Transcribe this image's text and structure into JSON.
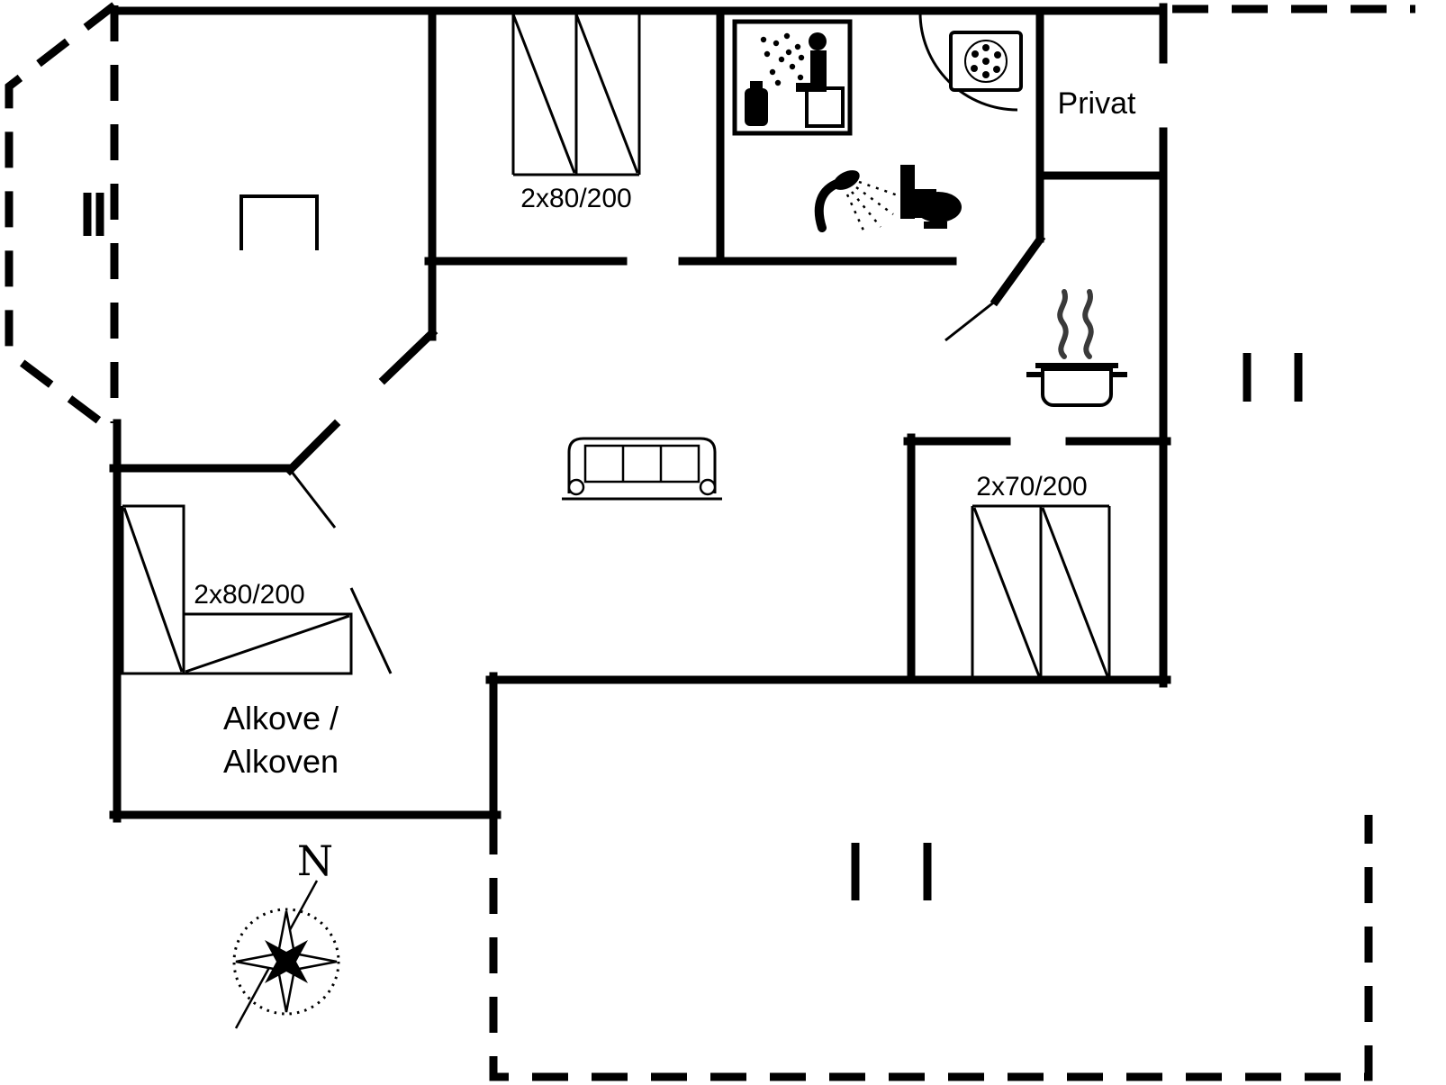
{
  "plan": {
    "type": "floor-plan",
    "colors": {
      "line": "#000000",
      "background": "#ffffff",
      "steam": "#3a3a3a"
    }
  },
  "labels": {
    "top_bedroom_bed": "2x80/200",
    "privat_room": "Privat",
    "right_bedroom_bed": "2x70/200",
    "alkove_bed": "2x80/200",
    "alkove_name_line1": "Alkove /",
    "alkove_name_line2": "Alkoven",
    "compass_north": "N"
  },
  "icons": {
    "sauna": "sauna-pictogram",
    "washing_machine": "washing-machine-icon",
    "shower": "shower-icon",
    "toilet": "toilet-icon",
    "cooking_pot": "cooking-pot-steam-icon",
    "sofa": "sofa-icon",
    "compass": "compass-rose-icon",
    "fixture": "fireplace-fixture-icon"
  }
}
